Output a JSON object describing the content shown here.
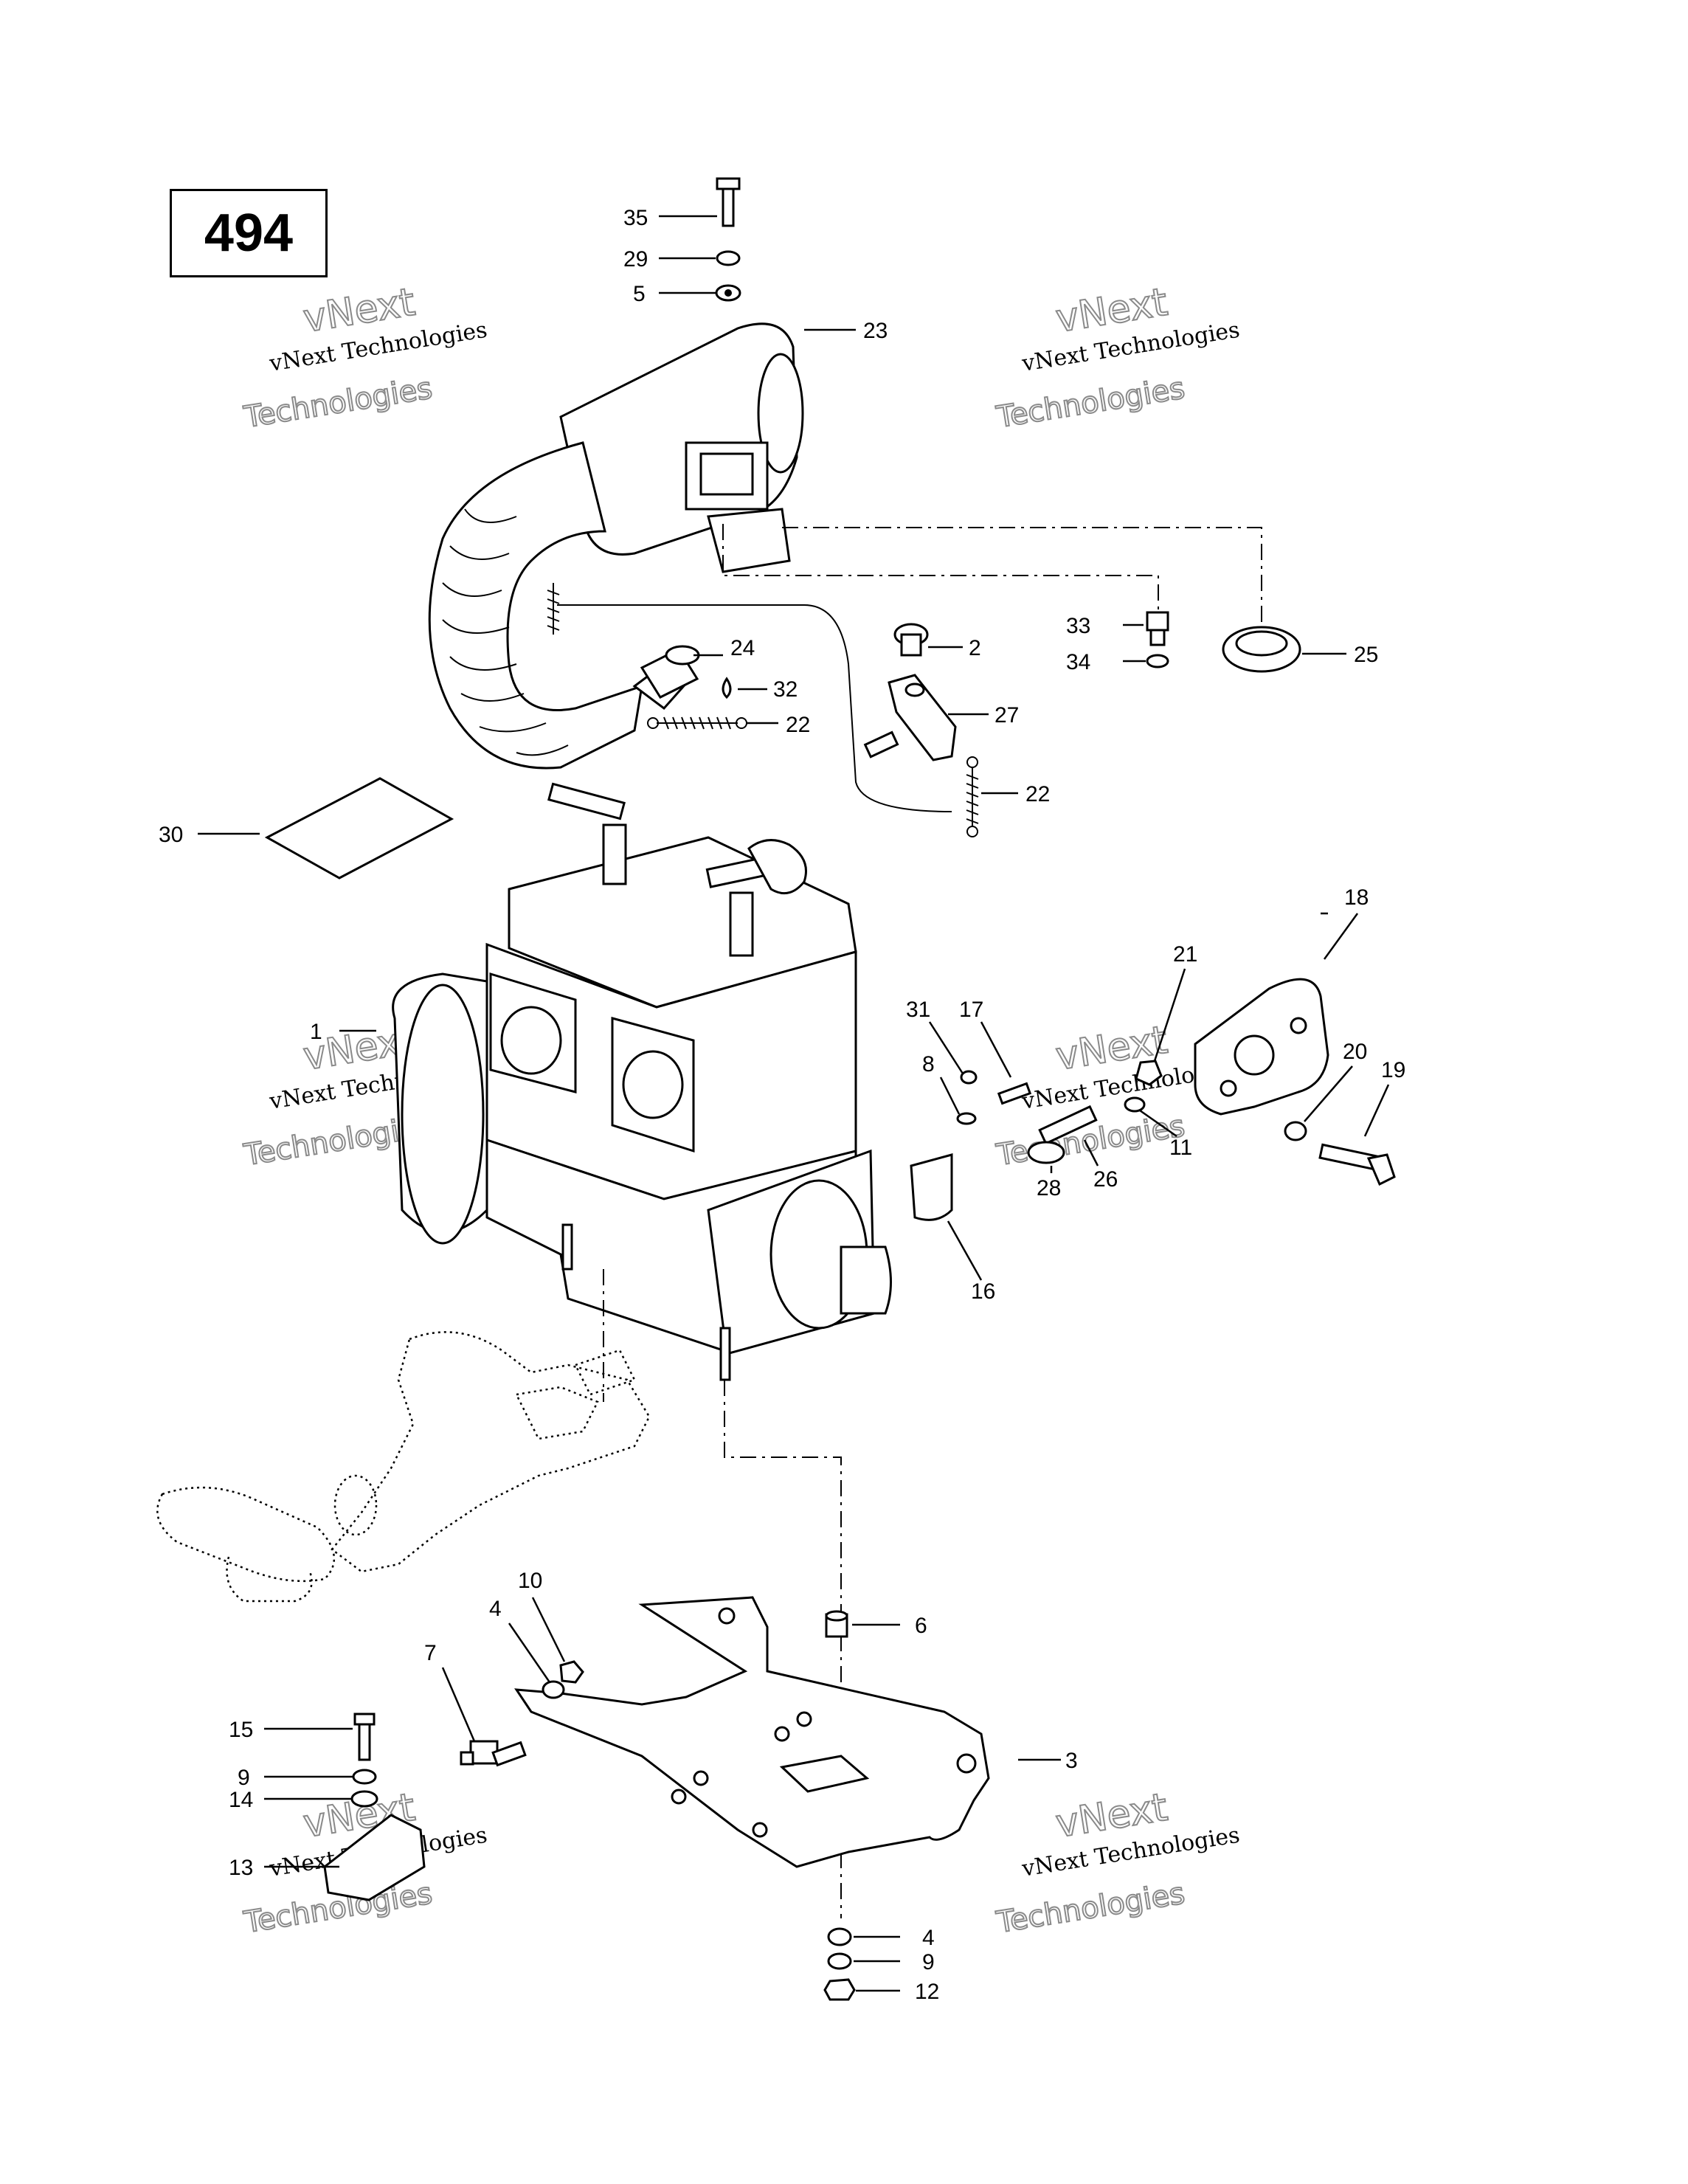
{
  "page_number": "494",
  "watermark": {
    "line1": "vNext Technologies",
    "line2": "vNext",
    "line3": "Technologies"
  },
  "callouts": {
    "p35": "35",
    "p29": "29",
    "p5": "5",
    "p23": "23",
    "p24": "24",
    "p32": "32",
    "p22a": "22",
    "p2": "2",
    "p27": "27",
    "p22b": "22",
    "p33": "33",
    "p34": "34",
    "p25": "25",
    "p30": "30",
    "p1": "1",
    "p18": "18",
    "p21": "21",
    "p31": "31",
    "p17": "17",
    "p8": "8",
    "p20": "20",
    "p19": "19",
    "p11": "11",
    "p28": "28",
    "p26": "26",
    "p16": "16",
    "p10": "10",
    "p4a": "4",
    "p6": "6",
    "p7": "7",
    "p15": "15",
    "p9a": "9",
    "p14": "14",
    "p13": "13",
    "p3": "3",
    "p4b": "4",
    "p9b": "9",
    "p12": "12"
  }
}
